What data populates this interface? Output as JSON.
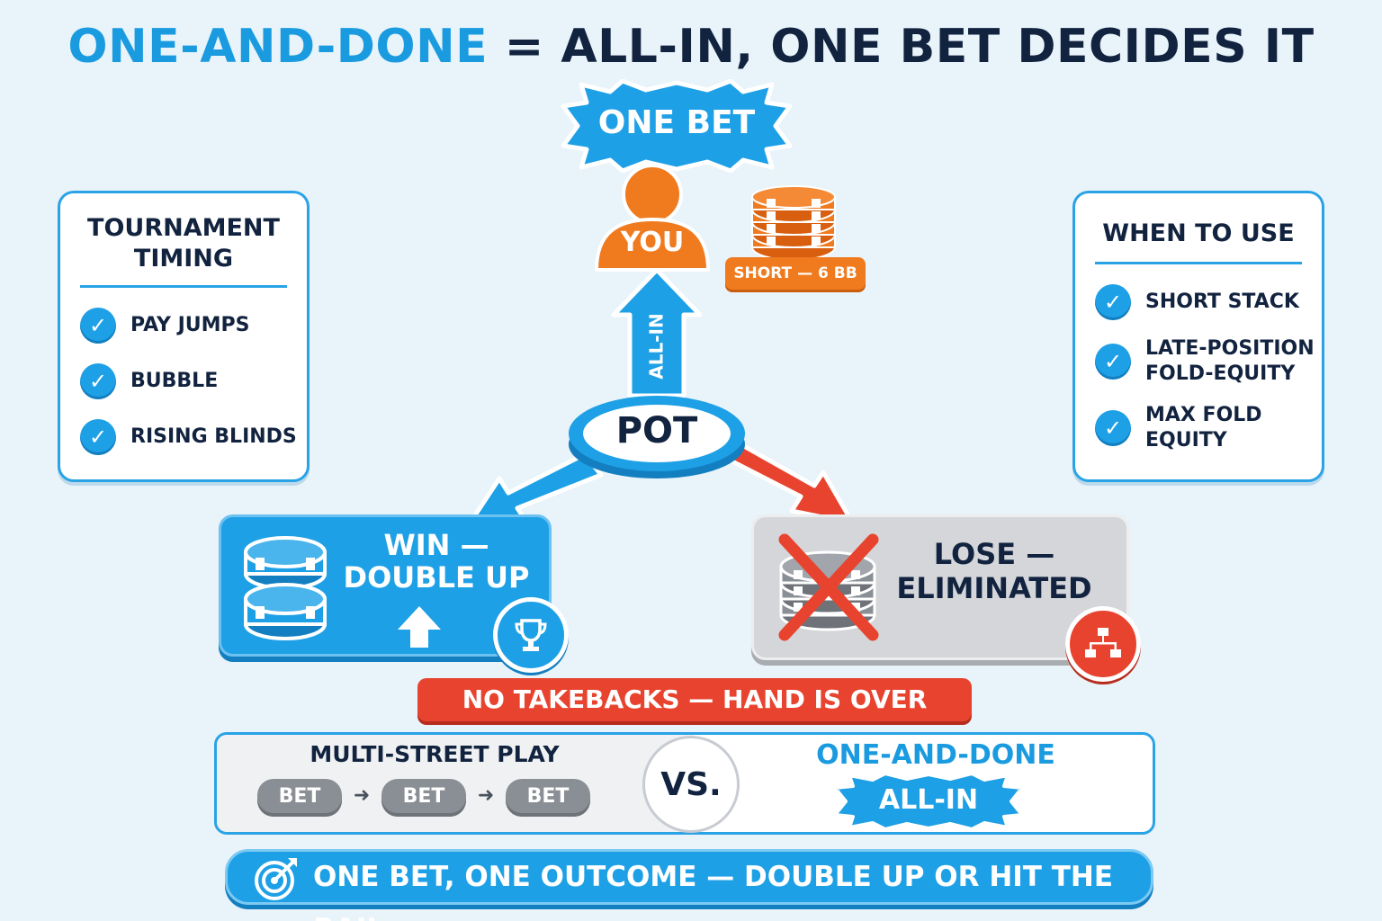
{
  "title": {
    "highlight": "ONE-AND-DONE",
    "rest": " = ALL-IN, ONE BET DECIDES IT"
  },
  "top_burst": {
    "label": "ONE BET"
  },
  "player": {
    "label": "YOU",
    "stack_badge": "SHORT — 6 BB"
  },
  "arrow_up": {
    "label": "ALL-IN"
  },
  "pot": {
    "label": "POT"
  },
  "win": {
    "line1": "WIN —",
    "line2": "DOUBLE UP"
  },
  "lose": {
    "line1": "LOSE —",
    "line2": "ELIMINATED"
  },
  "left_card": {
    "title_line1": "TOURNAMENT",
    "title_line2": "TIMING",
    "items": [
      "PAY JUMPS",
      "BUBBLE",
      "RISING BLINDS"
    ]
  },
  "right_card": {
    "title": "WHEN TO USE",
    "items": [
      {
        "line1": "SHORT STACK",
        "line2": ""
      },
      {
        "line1": "LATE-POSITION",
        "line2": "FOLD-EQUITY"
      },
      {
        "line1": "MAX FOLD",
        "line2": "EQUITY"
      }
    ]
  },
  "warning": {
    "label": "NO TAKEBACKS — HAND IS OVER"
  },
  "comparison": {
    "left_title": "MULTI-STREET PLAY",
    "bets": [
      "BET",
      "BET",
      "BET"
    ],
    "vs": "VS.",
    "right_title": "ONE-AND-DONE",
    "right_burst": "ALL-IN"
  },
  "bottom": {
    "label": "ONE BET, ONE OUTCOME — DOUBLE UP OR HIT THE RAIL"
  },
  "colors": {
    "blue": "#1ea0e6",
    "orange": "#f07b1f",
    "red": "#e8432e",
    "gray": "#d4d6d9",
    "navy": "#12233f"
  },
  "icons": [
    "check-icon",
    "person-icon",
    "chip-stack-icon",
    "trophy-icon",
    "bracket-icon",
    "target-icon",
    "up-arrow-icon",
    "x-mark-icon"
  ]
}
